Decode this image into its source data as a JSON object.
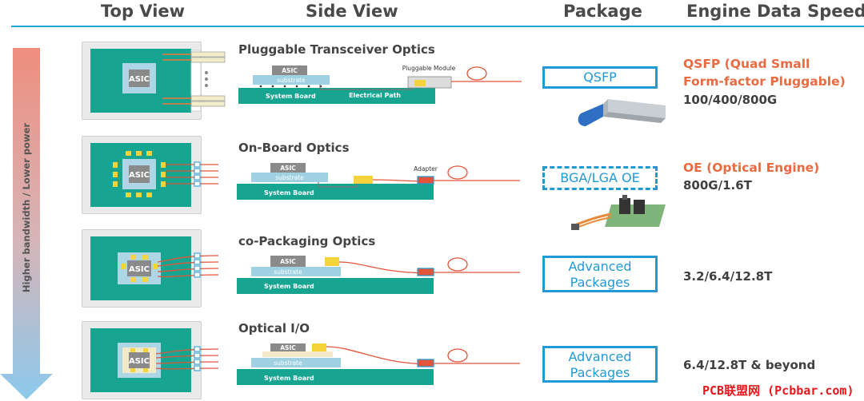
{
  "headers": {
    "top_view": "Top View",
    "side_view": "Side View",
    "package": "Package",
    "engine_data_speed": "Engine Data Speed"
  },
  "side_axis_label": "Higher bandwidth / Lower power",
  "common_labels": {
    "asic": "ASIC",
    "substrate": "substrate",
    "system_board": "System Board"
  },
  "rows": [
    {
      "title": "Pluggable Transceiver Optics",
      "module_label": "Pluggable Module",
      "path_label": "Electrical Path",
      "package": "QSFP",
      "speed_name": [
        "QSFP (Quad Small",
        "Form-factor Pluggable)"
      ],
      "speed": "100/400/800G"
    },
    {
      "title": "On-Board Optics",
      "adapter_label": "Adapter",
      "package": "BGA/LGA OE",
      "speed_name": [
        "OE (Optical Engine)"
      ],
      "speed": "800G/1.6T"
    },
    {
      "title": "co-Packaging Optics",
      "package": [
        "Advanced",
        "Packages"
      ],
      "speed": "3.2/6.4/12.8T"
    },
    {
      "title": "Optical I/O",
      "package": [
        "Advanced",
        "Packages"
      ],
      "speed": "6.4/12.8T & beyond"
    }
  ],
  "watermark": "PCB联盟网 (Pcbbar.com)",
  "colors": {
    "accent_blue": "#1f9ad6",
    "board_green": "#17a592",
    "fiber_orange": "#e2553a",
    "speed_orange": "#ea6a42",
    "arrow_top": "#ee8e7e",
    "arrow_bottom": "#8cc9ec"
  }
}
